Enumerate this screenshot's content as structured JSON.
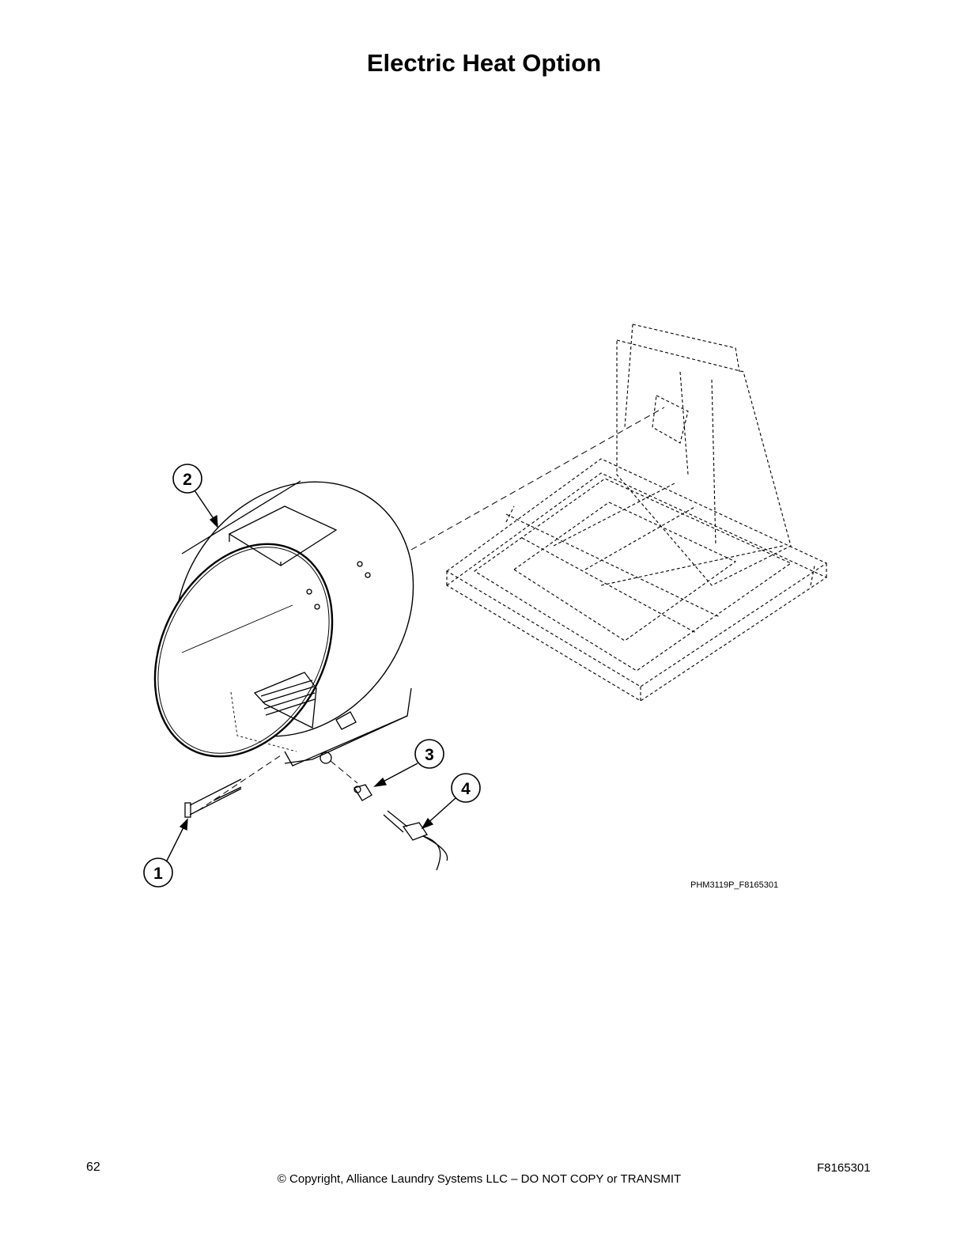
{
  "page": {
    "title": "Electric Heat Option",
    "figure_id": "PHM3119P_F8165301",
    "callouts": [
      "1",
      "2",
      "3",
      "4"
    ],
    "footer": {
      "page_number": "62",
      "copyright": "© Copyright, Alliance Laundry Systems LLC – DO NOT COPY or TRANSMIT",
      "document_number": "F8165301"
    }
  }
}
